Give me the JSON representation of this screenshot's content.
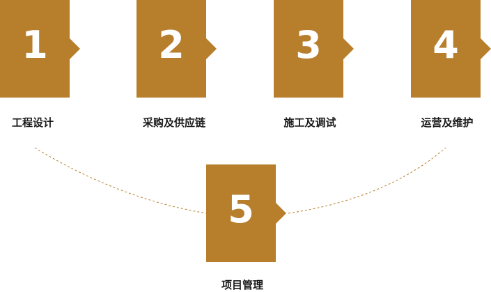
{
  "steps": [
    {
      "number": "1",
      "label": "工程设计"
    },
    {
      "number": "2",
      "label": "采购及供应链"
    },
    {
      "number": "3",
      "label": "施工及调试"
    },
    {
      "number": "4",
      "label": "运营及维护"
    },
    {
      "number": "5",
      "label": "项目管理"
    }
  ],
  "colors": {
    "accent": "#B77E2C",
    "label_text": "#1a1a1a"
  }
}
